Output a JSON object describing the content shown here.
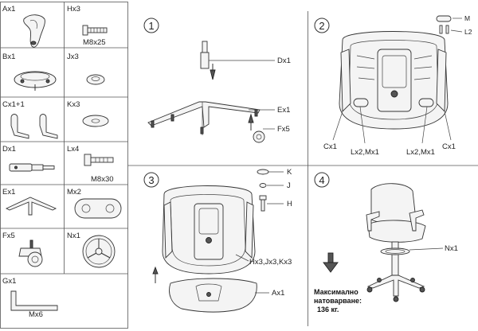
{
  "parts": [
    {
      "code": "Ax1",
      "extra": ""
    },
    {
      "code": "Hx3",
      "extra": "M8x25"
    },
    {
      "code": "Bx1",
      "extra": ""
    },
    {
      "code": "Jx3",
      "extra": ""
    },
    {
      "code": "Cx1+1",
      "extra": ""
    },
    {
      "code": "Kx3",
      "extra": ""
    },
    {
      "code": "Dx1",
      "extra": ""
    },
    {
      "code": "Lx4",
      "extra": "M8x30"
    },
    {
      "code": "Ex1",
      "extra": ""
    },
    {
      "code": "Mx2",
      "extra": ""
    },
    {
      "code": "Fx5",
      "extra": ""
    },
    {
      "code": "Nx1",
      "extra": ""
    },
    {
      "code": "Gx1",
      "extra": "Mx6"
    }
  ],
  "steps": [
    {
      "number": "1",
      "labels": [
        "Dx1",
        "Ex1",
        "Fx5"
      ]
    },
    {
      "number": "2",
      "labels": [
        "M",
        "L2",
        "Cx1",
        "Lx2,Mx1",
        "Lx2,Mx1",
        "Cx1"
      ]
    },
    {
      "number": "3",
      "labels": [
        "K",
        "J",
        "H",
        "Hx3,Jx3,Kx3",
        "Ax1"
      ]
    },
    {
      "number": "4",
      "labels": [
        "Nx1"
      ]
    }
  ],
  "max_load": {
    "line1": "Максимално",
    "line2": "натоварване:",
    "line3": "136 кг."
  }
}
